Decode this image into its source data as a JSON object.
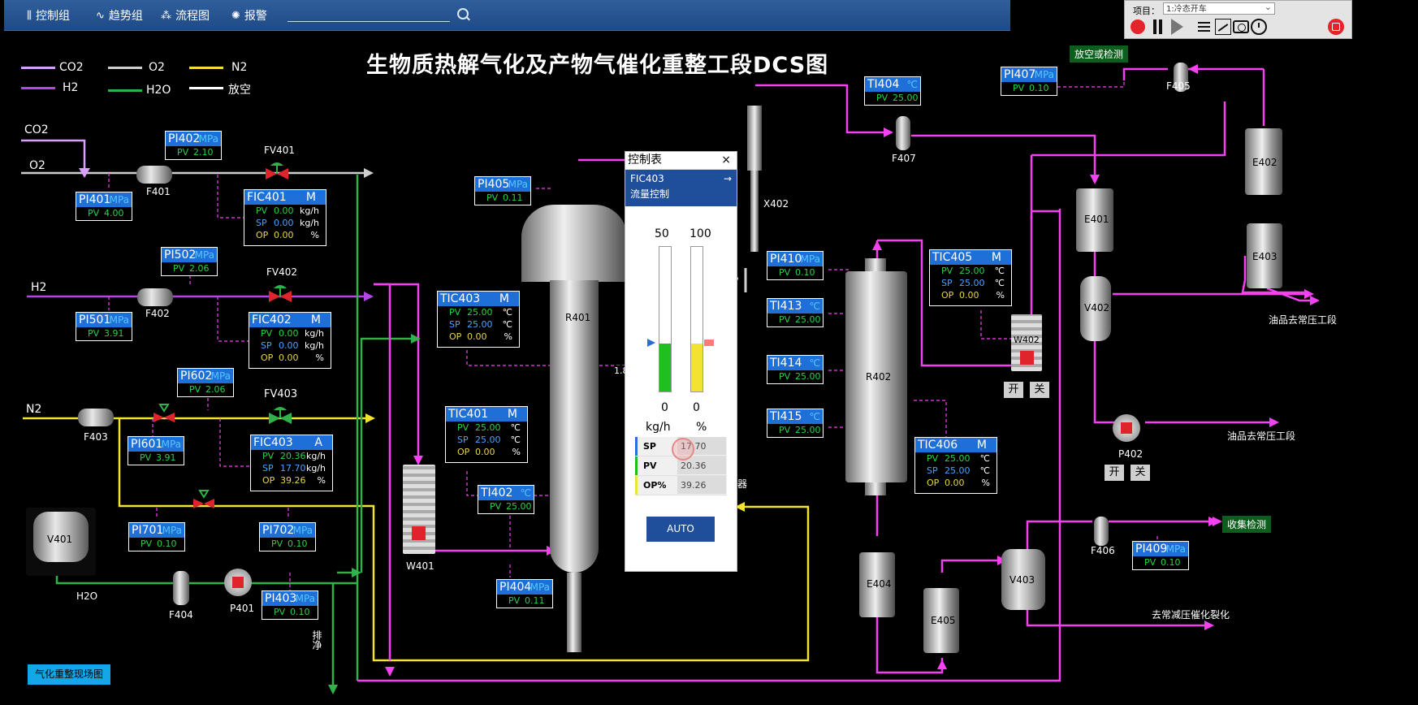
{
  "topbar": {
    "nav": [
      {
        "icon": "bars-icon",
        "label": "控制组"
      },
      {
        "icon": "trend-icon",
        "label": "趋势组"
      },
      {
        "icon": "flowchart-icon",
        "label": "流程图"
      },
      {
        "icon": "alarm-icon",
        "label": "报警"
      }
    ],
    "search_placeholder": ""
  },
  "control": {
    "project_label": "项目：",
    "project_value": "1:冷态开车"
  },
  "title": "生物质热解气化及产物气催化重整工段DCS图",
  "legend": [
    {
      "label": "CO2",
      "color": "#d8a0ff"
    },
    {
      "label": "O2",
      "color": "#cfcfcf"
    },
    {
      "label": "N2",
      "color": "#f2e231"
    },
    {
      "label": "H2",
      "color": "#b347e6"
    },
    {
      "label": "H2O",
      "color": "#2fb24a"
    },
    {
      "label": "放空",
      "color": "#ffffff"
    }
  ],
  "colors": {
    "magenta": "#f541f2",
    "green": "#2fb24a",
    "yellow": "#f2e231",
    "purple": "#b347e6",
    "grey": "#cfcfcf"
  },
  "streams": {
    "co2": "CO2",
    "o2": "O2",
    "h2": "H2",
    "n2": "N2",
    "h2o": "H2O",
    "vent": "排净"
  },
  "indicators": [
    {
      "tag": "PI402",
      "unit": "MPa",
      "pv": "2.10"
    },
    {
      "tag": "PI401",
      "unit": "MPa",
      "pv": "4.00"
    },
    {
      "tag": "PI502",
      "unit": "MPa",
      "pv": "2.06"
    },
    {
      "tag": "PI501",
      "unit": "MPa",
      "pv": "3.91"
    },
    {
      "tag": "PI602",
      "unit": "MPa",
      "pv": "2.06"
    },
    {
      "tag": "PI601",
      "unit": "MPa",
      "pv": "3.91"
    },
    {
      "tag": "PI701",
      "unit": "MPa",
      "pv": "0.10"
    },
    {
      "tag": "PI702",
      "unit": "MPa",
      "pv": "0.10"
    },
    {
      "tag": "PI403",
      "unit": "MPa",
      "pv": "0.10"
    },
    {
      "tag": "PI405",
      "unit": "MPa",
      "pv": "0.11"
    },
    {
      "tag": "TI402",
      "unit": "℃",
      "pv": "25.00"
    },
    {
      "tag": "PI404",
      "unit": "MPa",
      "pv": "0.11"
    },
    {
      "tag": "TI404",
      "unit": "℃",
      "pv": "25.00"
    },
    {
      "tag": "PI410",
      "unit": "MPa",
      "pv": "0.10"
    },
    {
      "tag": "TI413",
      "unit": "℃",
      "pv": "25.00"
    },
    {
      "tag": "TI414",
      "unit": "℃",
      "pv": "25.00"
    },
    {
      "tag": "TI415",
      "unit": "℃",
      "pv": "25.00"
    },
    {
      "tag": "PI407",
      "unit": "MPa",
      "pv": "0.10"
    },
    {
      "tag": "PI409",
      "unit": "MPa",
      "pv": "0.10"
    }
  ],
  "hidden_value": "1.81",
  "controllers": [
    {
      "tag": "FIC401",
      "mode": "M",
      "pv": "0.00",
      "sp": "0.00",
      "op": "0.00",
      "unit": "kg/h",
      "op_unit": "%"
    },
    {
      "tag": "FIC402",
      "mode": "M",
      "pv": "0.00",
      "sp": "0.00",
      "op": "0.00",
      "unit": "kg/h",
      "op_unit": "%"
    },
    {
      "tag": "FIC403",
      "mode": "A",
      "pv": "20.36",
      "sp": "17.70",
      "op": "39.26",
      "unit": "kg/h",
      "op_unit": "%"
    },
    {
      "tag": "TIC403",
      "mode": "M",
      "pv": "25.00",
      "sp": "25.00",
      "op": "0.00",
      "unit": "℃",
      "op_unit": "%"
    },
    {
      "tag": "TIC401",
      "mode": "M",
      "pv": "25.00",
      "sp": "25.00",
      "op": "0.00",
      "unit": "℃",
      "op_unit": "%"
    },
    {
      "tag": "TIC405",
      "mode": "M",
      "pv": "25.00",
      "sp": "25.00",
      "op": "0.00",
      "unit": "℃",
      "op_unit": "%"
    },
    {
      "tag": "TIC406",
      "mode": "M",
      "pv": "25.00",
      "sp": "25.00",
      "op": "0.00",
      "unit": "℃",
      "op_unit": "%"
    }
  ],
  "row_labels": {
    "pv": "PV",
    "sp": "SP",
    "op": "OP"
  },
  "equipment": {
    "F401": "F401",
    "F402": "F402",
    "F403": "F403",
    "F404": "F404",
    "F405": "F405",
    "F406": "F406",
    "F407": "F407",
    "FV401": "FV401",
    "FV402": "FV402",
    "FV403": "FV403",
    "V401": "V401",
    "V402": "V402",
    "V403": "V403",
    "R401": "R401",
    "R402": "R402",
    "X402": "X402",
    "W401": "W401",
    "W402": "W402",
    "P401": "P401",
    "P402": "P402",
    "E401": "E401",
    "E402": "E402",
    "E403": "E403",
    "E404": "E404",
    "E405": "E405",
    "tail_char": "器"
  },
  "dest_labels": {
    "vent_check": "放空或检测",
    "collect_check": "收集检测",
    "oil1": "油品去常压工段",
    "oil2": "油品去常压工段",
    "catalytic": "去常减压催化裂化"
  },
  "switches": {
    "on": "开",
    "off": "关"
  },
  "scene_button": "气化重整现场图",
  "popup": {
    "title": "控制表",
    "close": "×",
    "tag": "FIC403",
    "arrow": "→",
    "desc": "流量控制",
    "scale1_top": "50",
    "scale2_top": "100",
    "scale1_bottom": "0",
    "scale2_bottom": "0",
    "unit1": "kg/h",
    "unit2": "%",
    "bar1_fill": 0.33,
    "bar2_fill": 0.33,
    "rows": [
      {
        "k": "SP",
        "v": "17.70"
      },
      {
        "k": "PV",
        "v": "20.36"
      },
      {
        "k": "OP%",
        "v": "39.26"
      }
    ],
    "auto": "AUTO"
  }
}
